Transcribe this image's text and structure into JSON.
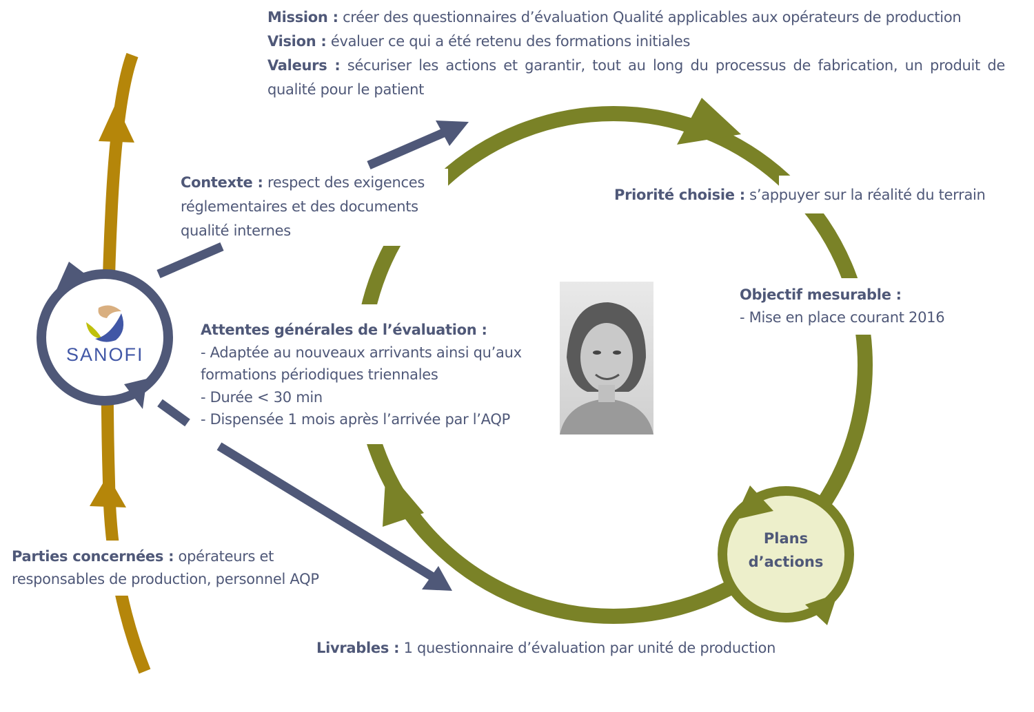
{
  "colors": {
    "text": "#4F5878",
    "olive": "#7A8227",
    "gold": "#B5860A",
    "navy": "#4F5878",
    "plans_fill": "#EDEFCB"
  },
  "mission": {
    "label": "Mission :",
    "text": " créer des questionnaires d’évaluation Qualité applicables aux opérateurs de production"
  },
  "vision": {
    "label": "Vision :",
    "text": " évaluer ce qui a été retenu des formations initiales"
  },
  "valeurs": {
    "label": "Valeurs :",
    "text": " sécuriser les actions et garantir, tout au long du processus de fabrication, un produit de qualité pour le patient"
  },
  "contexte": {
    "label": "Contexte :",
    "text": " respect des exigences réglementaires et des documents qualité internes"
  },
  "priorite": {
    "label": "Priorité choisie :",
    "text": " s’appuyer sur la réalité du terrain"
  },
  "objectif": {
    "label": "Objectif mesurable :",
    "line1": "- Mise en place courant 2016"
  },
  "attentes": {
    "label": "Attentes générales de l’évaluation :",
    "line1": "- Adaptée au nouveaux arrivants ainsi qu’aux formations périodiques triennales",
    "line2": "- Durée < 30 min",
    "line3": "- Dispensée 1 mois après l’arrivée par l’AQP"
  },
  "parties": {
    "label": "Parties concernées :",
    "text": " opérateurs et responsables de production, personnel AQP"
  },
  "livrables": {
    "label": "Livrables :",
    "text": " 1 questionnaire d’évaluation par unité de production"
  },
  "plans": {
    "line1": "Plans",
    "line2": "d’actions"
  },
  "logo": {
    "name": "SANOFI"
  }
}
